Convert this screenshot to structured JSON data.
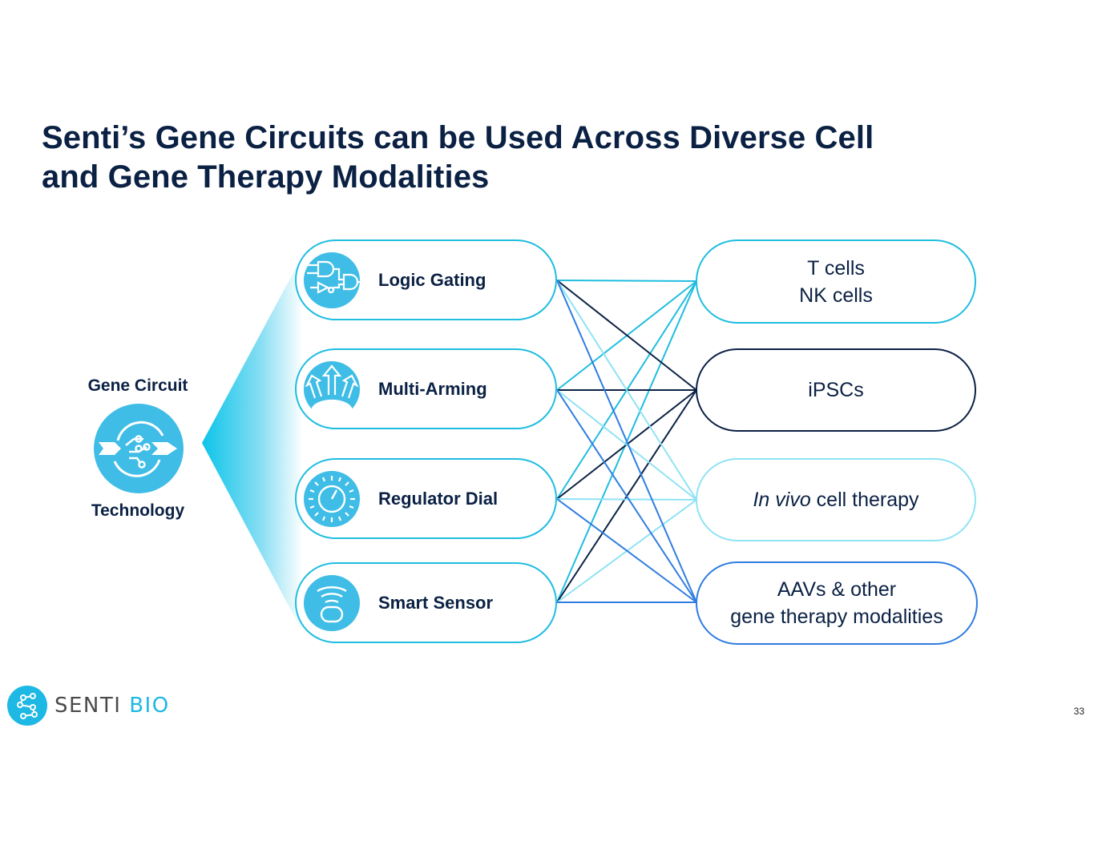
{
  "slide": {
    "title_line1": "Senti’s Gene Circuits can be Used Across Diverse Cell",
    "title_line2": "and Gene Therapy Modalities",
    "page_number": "33"
  },
  "technology": {
    "label_top": "Gene Circuit",
    "label_bottom": "Technology",
    "icon": "gene-circuit-icon"
  },
  "capabilities": [
    {
      "label": "Logic Gating",
      "icon": "logic-gate-icon"
    },
    {
      "label": "Multi-Arming",
      "icon": "multi-arrow-icon"
    },
    {
      "label": "Regulator Dial",
      "icon": "dial-icon"
    },
    {
      "label": "Smart Sensor",
      "icon": "sensor-icon"
    }
  ],
  "modalities": [
    {
      "line1": "T cells",
      "line2": "NK cells",
      "color": "#1fbde0"
    },
    {
      "line1": "iPSCs",
      "line2": "",
      "color": "#0b2144"
    },
    {
      "italic": "In vivo",
      "line1": " cell therapy",
      "line2": "",
      "color": "#8fe3f5"
    },
    {
      "line1": "AAVs & other",
      "line2": "gene therapy modalities",
      "color": "#2f7de1"
    }
  ],
  "connections": "all capabilities connect to all modalities",
  "colors": {
    "navy": "#0b2144",
    "cyan": "#1fbde0",
    "icon_fill": "#3fbde6",
    "light_cyan": "#8fe3f5",
    "blue": "#2f7de1"
  },
  "logo": {
    "word1": "SENTI",
    "word2": "BIO"
  }
}
